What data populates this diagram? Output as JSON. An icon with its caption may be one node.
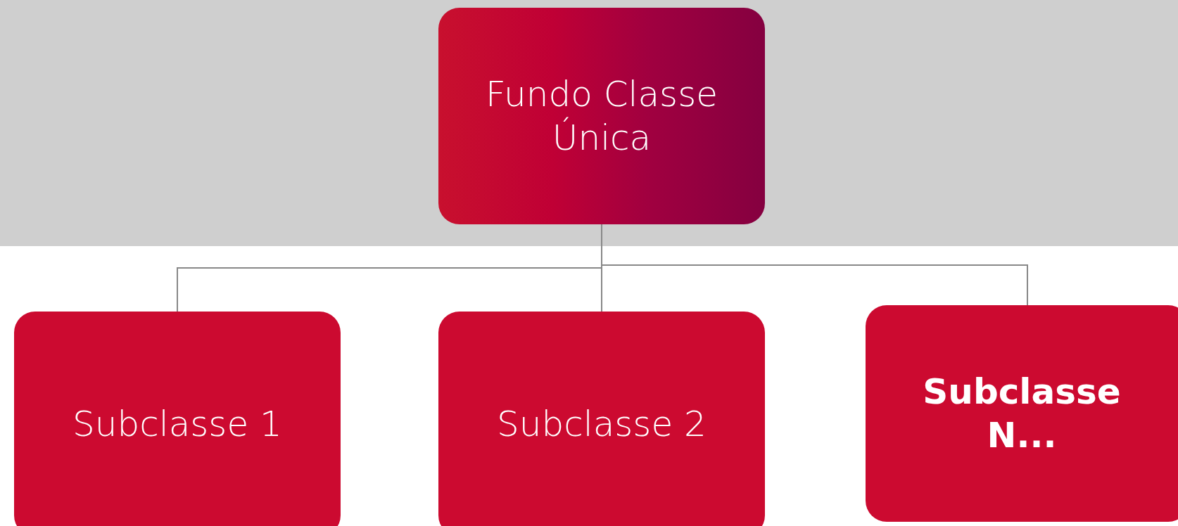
{
  "diagram": {
    "nodes": [
      {
        "text": [
          "Fundo Classe Única"
        ]
      },
      {
        "text": [
          "Subclasse 1"
        ]
      },
      {
        "text": [
          "Subclasse 2"
        ]
      },
      {
        "text": [
          "Subclasse N..."
        ]
      }
    ],
    "edges": [
      {
        "from": 0,
        "to": 1,
        "arrow": "none"
      },
      {
        "from": 0,
        "to": 2,
        "arrow": "none"
      },
      {
        "from": 0,
        "to": 3,
        "arrow": "none"
      }
    ]
  }
}
